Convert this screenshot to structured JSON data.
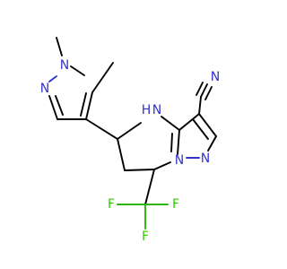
{
  "structure": {
    "atoms": [
      {
        "id": "n-methyl-carbon",
        "label": ""
      },
      {
        "id": "pyrazole-n1",
        "label": "N"
      },
      {
        "id": "pyrazole-n2",
        "label": "N"
      },
      {
        "id": "pyrazole-c3",
        "label": ""
      },
      {
        "id": "pyrazole-c4",
        "label": ""
      },
      {
        "id": "pyrazole-c5",
        "label": ""
      },
      {
        "id": "c-methyl-carbon",
        "label": ""
      },
      {
        "id": "ring-c5",
        "label": ""
      },
      {
        "id": "ring-n4h",
        "label": "N",
        "suffix": "H"
      },
      {
        "id": "ring-c3a",
        "label": ""
      },
      {
        "id": "ring-c3",
        "label": ""
      },
      {
        "id": "ring-c2",
        "label": ""
      },
      {
        "id": "ring-n1",
        "label": "N"
      },
      {
        "id": "ring-n7a",
        "label": "N"
      },
      {
        "id": "ring-c7",
        "label": ""
      },
      {
        "id": "ring-c6",
        "label": ""
      },
      {
        "id": "nitrile-carbon",
        "label": ""
      },
      {
        "id": "nitrile-nitrogen",
        "label": "N"
      },
      {
        "id": "cf3-carbon",
        "label": ""
      },
      {
        "id": "fluorine-left",
        "label": "F"
      },
      {
        "id": "fluorine-right",
        "label": "F"
      },
      {
        "id": "fluorine-bottom",
        "label": "F"
      }
    ],
    "colors": {
      "carbon": "#000000",
      "nitrogen": "#3333cc",
      "fluorine": "#33cc00",
      "background": "#ffffff"
    }
  }
}
